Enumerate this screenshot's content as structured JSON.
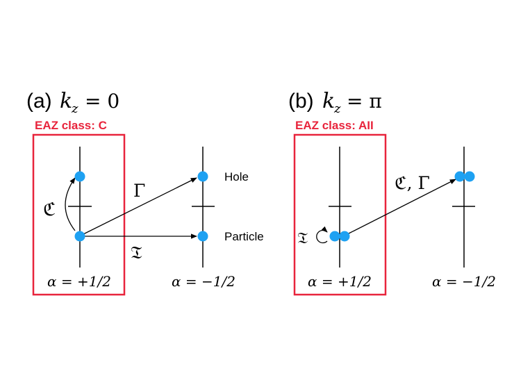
{
  "colors": {
    "ink": "#000000",
    "accent": "#e8243c",
    "dot": "#1ea1f2"
  },
  "panel_a": {
    "label": "(a)",
    "k_symbol": "k",
    "k_subscript": "z",
    "k_value": "= 0",
    "class_label": "EAZ class: C",
    "alpha_left": "α = +1/2",
    "alpha_right": "α = −1/2",
    "sym_C": "ℭ",
    "sym_Gamma": "Γ",
    "sym_T": "𝔗",
    "hole_label": "Hole",
    "particle_label": "Particle"
  },
  "panel_b": {
    "label": "(b)",
    "k_symbol": "k",
    "k_subscript": "z",
    "k_value": "= π",
    "class_label": "EAZ class: AII",
    "alpha_left": "α = +1/2",
    "alpha_right": "α = −1/2",
    "sym_T": "𝔗",
    "sym_CGamma": "ℭ, Γ"
  }
}
